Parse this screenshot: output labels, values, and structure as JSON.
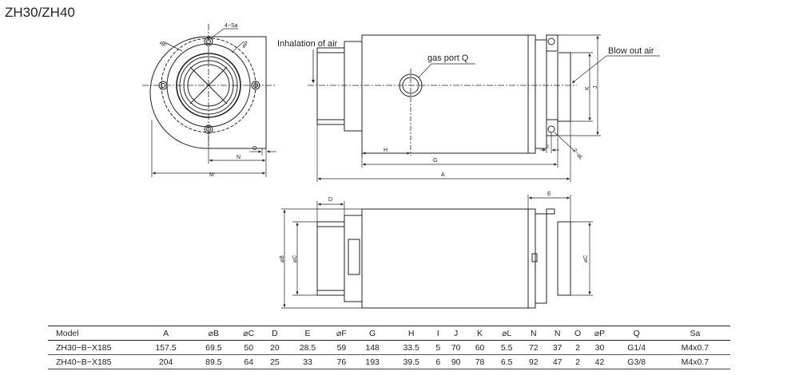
{
  "title": "ZH30/ZH40",
  "labels": {
    "inhalation": "Inhalation of air",
    "gas_port": "gas port Q",
    "blow_out": "Blow out air",
    "sa": "4−Sa",
    "phi_l": "2−⌀L",
    "dims": {
      "A": "A",
      "B": "⌀B",
      "C": "⌀C",
      "C2": "⌀C",
      "D": "D",
      "E": "E",
      "F": "⌀F",
      "G": "G",
      "H": "H",
      "I": "I",
      "J": "J",
      "K": "K",
      "M": "M",
      "N": "N",
      "O": "O",
      "P": "⌀P"
    }
  },
  "table": {
    "headers": [
      "Model",
      "A",
      "⌀B",
      "⌀C",
      "D",
      "E",
      "⌀F",
      "G",
      "H",
      "I",
      "J",
      "K",
      "⌀L",
      "N",
      "N",
      "O",
      "⌀P",
      "Q",
      "Sa"
    ],
    "rows": [
      [
        "ZH30−B−X185",
        "157.5",
        "69.5",
        "50",
        "20",
        "28.5",
        "59",
        "148",
        "33.5",
        "5",
        "70",
        "60",
        "5.5",
        "72",
        "37",
        "2",
        "30",
        "G1/4",
        "M4x0.7"
      ],
      [
        "ZH40−B−X185",
        "204",
        "89.5",
        "64",
        "25",
        "33",
        "76",
        "193",
        "39.5",
        "6",
        "90",
        "78",
        "6.5",
        "92",
        "47",
        "2",
        "42",
        "G3/8",
        "M4x0.7"
      ]
    ]
  }
}
